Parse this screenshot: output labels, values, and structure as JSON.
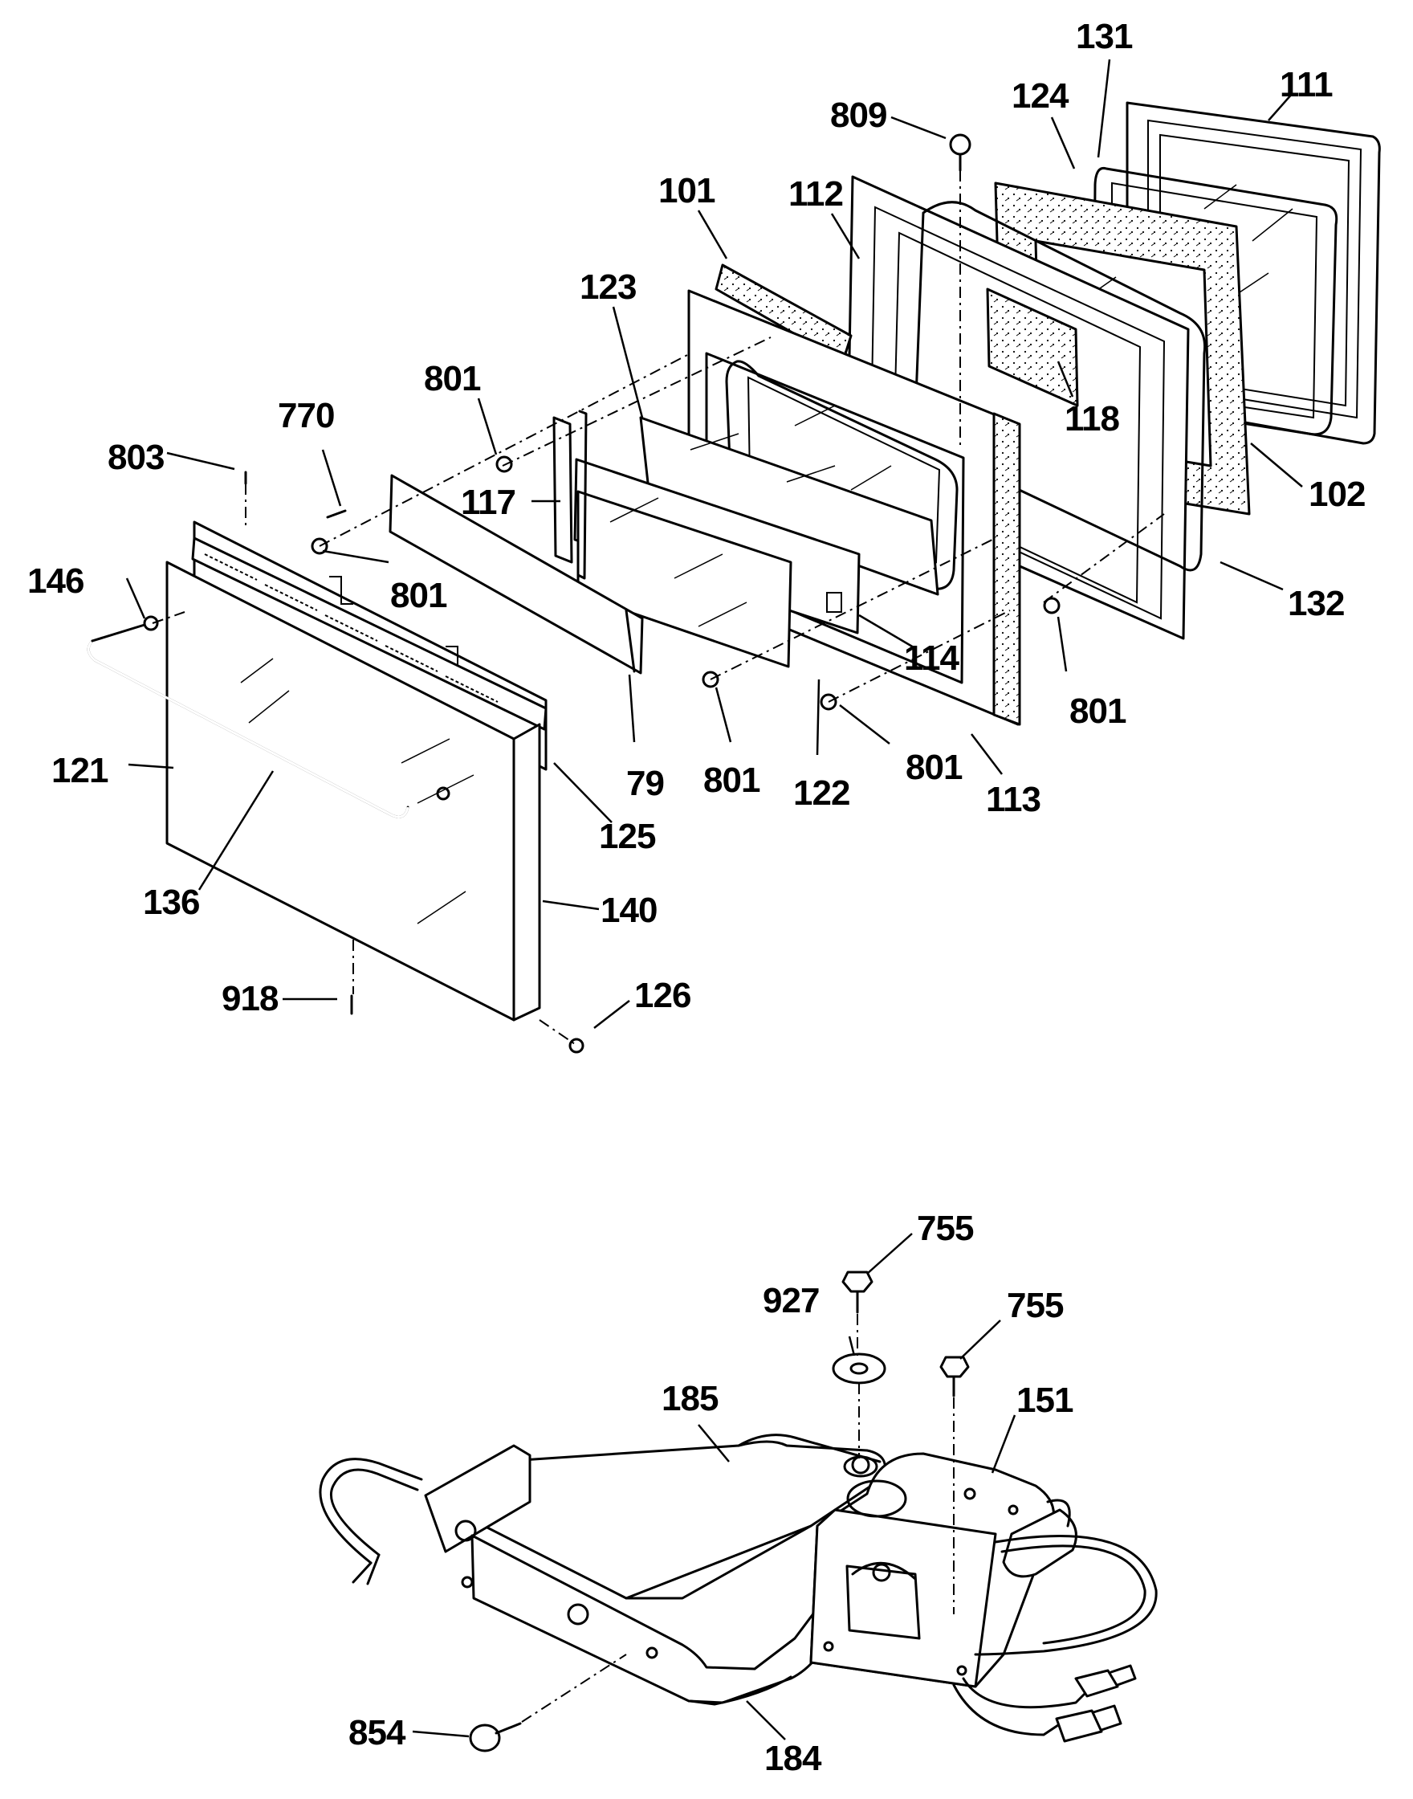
{
  "diagram": {
    "upper_assembly": {
      "callouts": [
        "131",
        "111",
        "124",
        "809",
        "101",
        "112",
        "123",
        "801",
        "770",
        "803",
        "117",
        "118",
        "102",
        "146",
        "801",
        "132",
        "114",
        "801",
        "79",
        "801",
        "122",
        "801",
        "113",
        "121",
        "125",
        "136",
        "140",
        "918",
        "126"
      ]
    },
    "lower_assembly": {
      "callouts": [
        "755",
        "927",
        "755",
        "185",
        "151",
        "854",
        "184"
      ]
    }
  },
  "colors": {
    "ink": "#000000",
    "paper": "#ffffff"
  }
}
